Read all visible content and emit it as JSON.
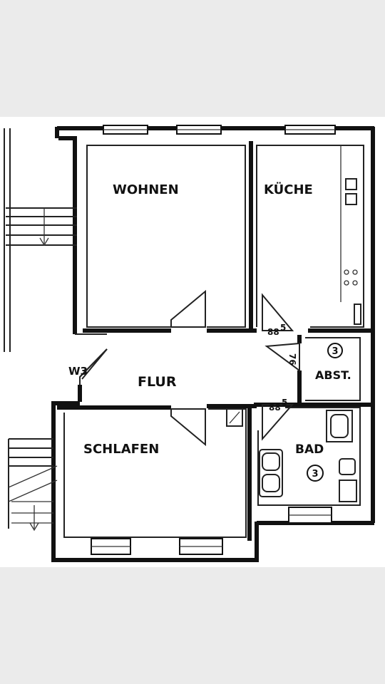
{
  "plan": {
    "rooms": {
      "wohnen": "WOHNEN",
      "kueche": "KÜCHE",
      "flur": "FLUR",
      "schlafen": "SCHLAFEN",
      "abst": "ABST.",
      "bad": "BAD"
    },
    "markers": {
      "abst": "3",
      "bad": "3"
    },
    "door_marks": {
      "w3": "W3",
      "d1": "88",
      "d1_sup": "5",
      "d2": "76",
      "d3": "88",
      "d3_sup": "5"
    }
  },
  "colors": {
    "page": "#ebebeb",
    "paper": "#ffffff",
    "ink": "#111111"
  }
}
